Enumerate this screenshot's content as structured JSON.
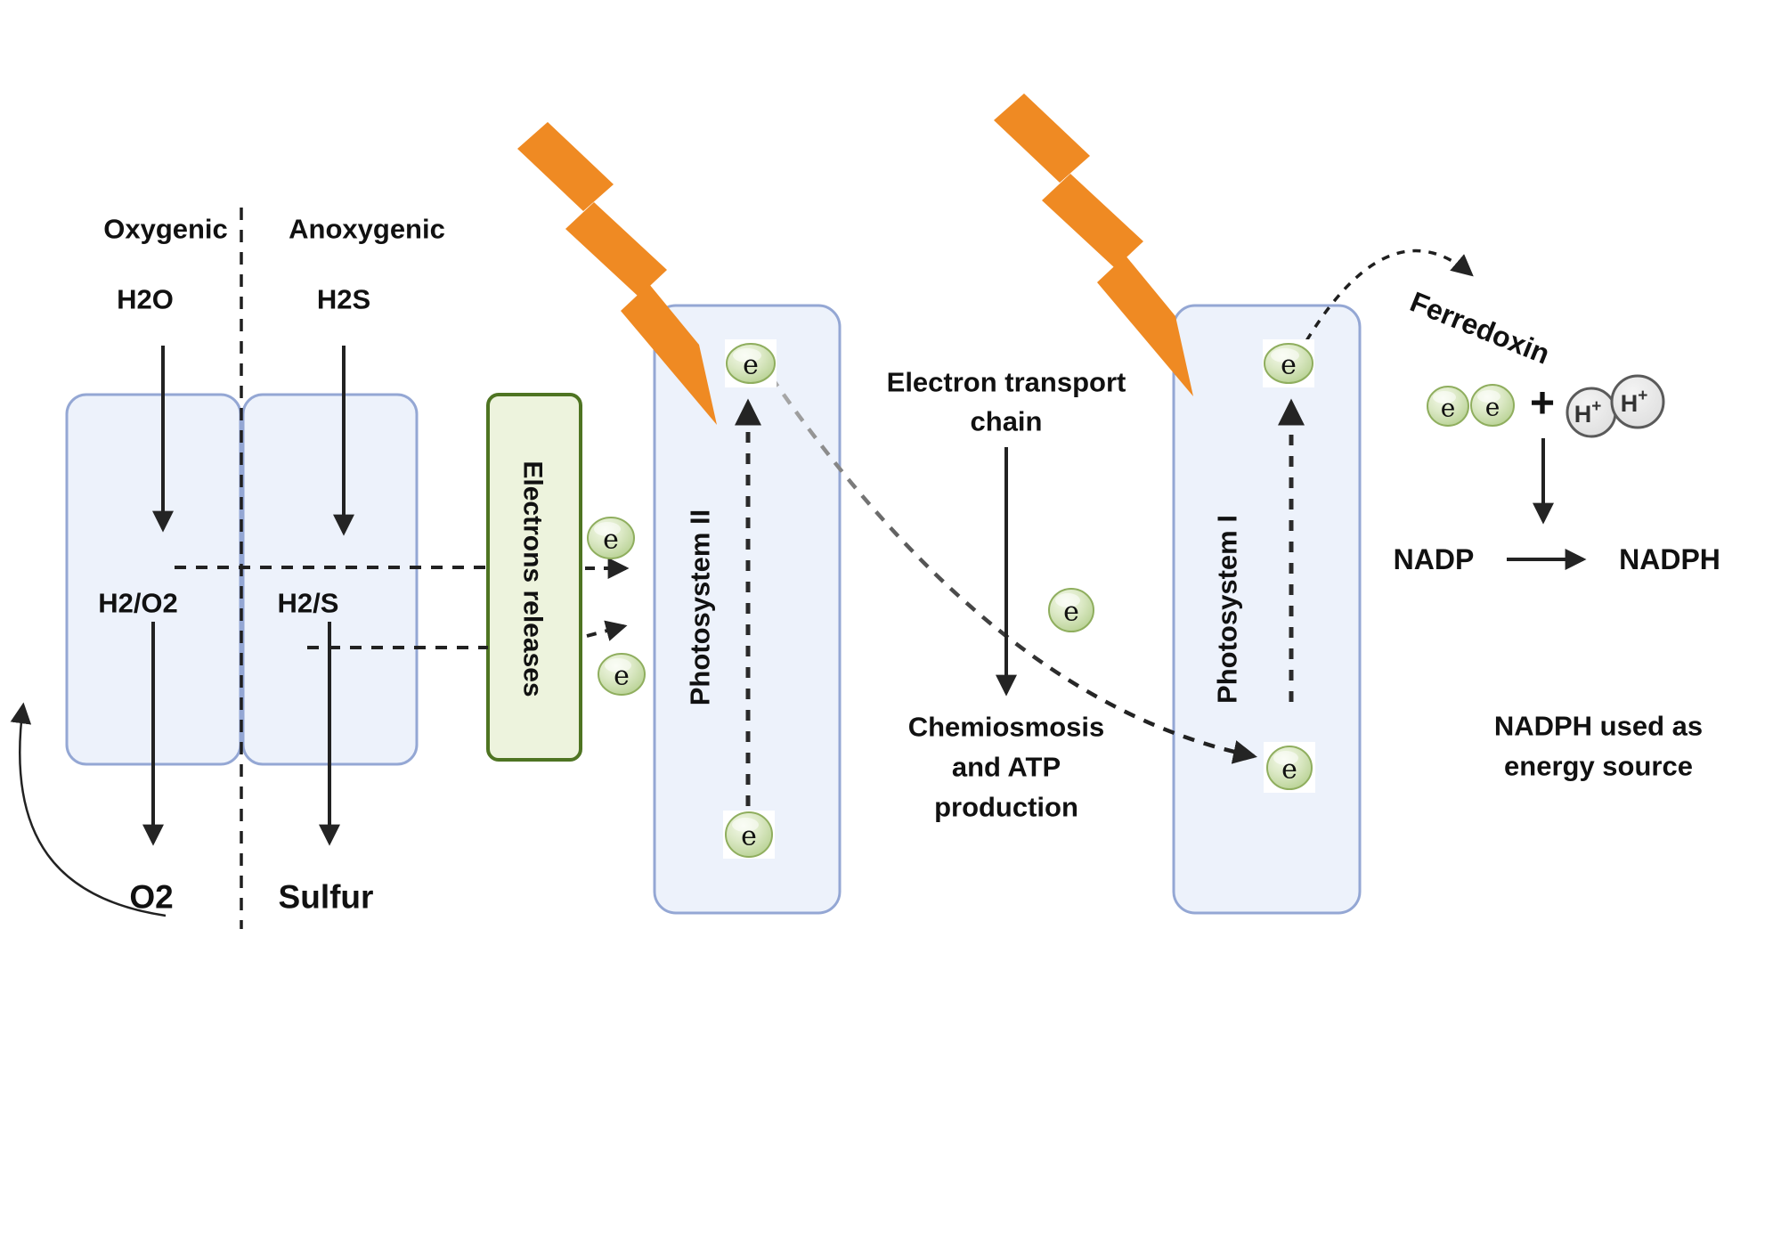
{
  "diagram": {
    "title_semantic": "Oxygenic vs anoxygenic photosynthesis electron flow diagram",
    "left_panel": {
      "oxygenic": "Oxygenic",
      "anoxygenic": "Anoxygenic",
      "h2o": "H2O",
      "h2s": "H2S",
      "h2_o2": "H2/O2",
      "h2_s": "H2/S",
      "o2": "O2",
      "sulfur": "Sulfur"
    },
    "electrons_releases": "Electrons releases",
    "photosystem2": "Photosystem II",
    "photosystem1": "Photosystem I",
    "etc": {
      "line1": "Electron transport",
      "line2": "chain"
    },
    "chemiosmosis": {
      "line1": "Chemiosmosis",
      "line2": "and ATP",
      "line3": "production"
    },
    "ferredoxin": "Ferredoxin",
    "nadp": "NADP",
    "nadph": "NADPH",
    "plus_sign": "+",
    "note": {
      "line1": "NADPH used as",
      "line2": "energy source"
    },
    "electron": {
      "label": "e"
    },
    "proton": {
      "h": "H",
      "plus": "+"
    },
    "colors": {
      "lightning": "#ef8a23",
      "blue_box_fill": "#edf2fb",
      "blue_box_stroke": "#94a7d4",
      "green_box_fill": "#edf3dd",
      "green_box_stroke": "#4e7422",
      "electron_fill": "#cfe0b4",
      "electron_stroke": "#8fae5e",
      "proton_fill": "#e7e7e7",
      "proton_stroke": "#5a5a5a",
      "line": "#222222",
      "faded_dash_start": "#adadad"
    }
  }
}
